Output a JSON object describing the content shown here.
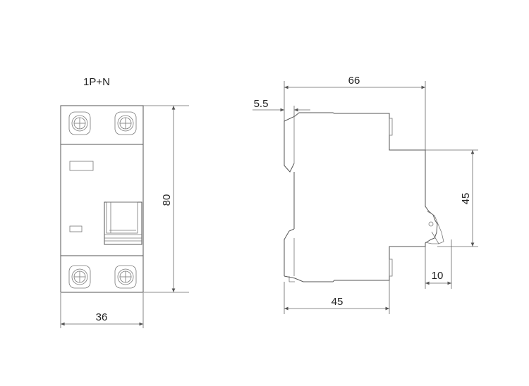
{
  "front_view": {
    "label": "1P+N",
    "width_dim": "36",
    "height_dim": "80"
  },
  "side_view": {
    "total_depth_dim": "66",
    "rail_offset_dim": "5.5",
    "front_height_dim": "45",
    "front_protrusion_dim": "10",
    "rail_depth_dim": "45"
  },
  "colors": {
    "outline": "#555555",
    "dimension_line": "#666666",
    "text": "#222222"
  }
}
